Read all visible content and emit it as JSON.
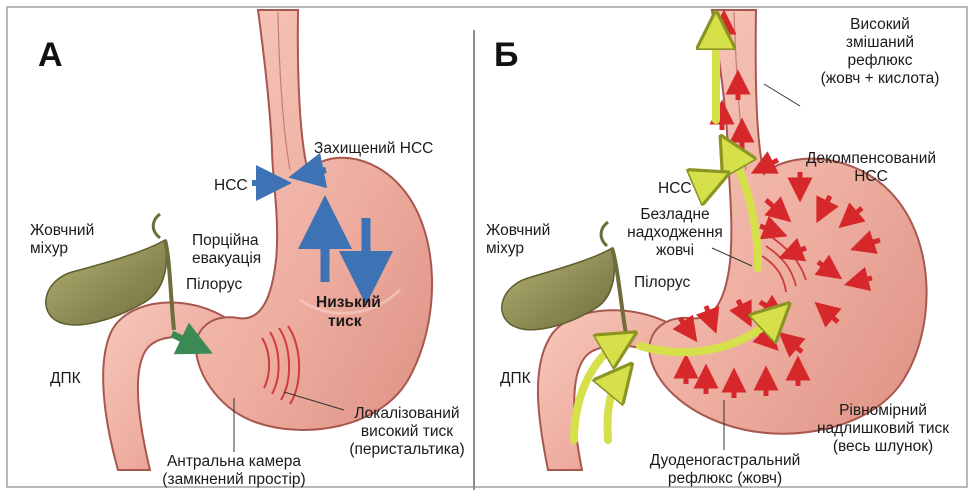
{
  "panel_a": {
    "letter": "А",
    "labels": {
      "protected_les": "Захищений НСС",
      "les": "НСС",
      "gallbladder_1": "Жовчний",
      "gallbladder_2": "міхур",
      "portion_1": "Порційна",
      "portion_2": "евакуація",
      "pylorus": "Пілорус",
      "low_1": "Низький",
      "low_2": "тиск",
      "duodenum": "ДПК",
      "local_1": "Локалізований",
      "local_2": "високий тиск",
      "local_3": "(перистальтика)",
      "antral_1": "Антральна камера",
      "antral_2": "(замкнений простір)"
    }
  },
  "panel_b": {
    "letter": "Б",
    "labels": {
      "mixed_1": "Високий",
      "mixed_2": "змішаний",
      "mixed_3": "рефлюкс",
      "mixed_4": "(жовч + кислота)",
      "decomp_1": "Декомпенсований",
      "decomp_2": "НСС",
      "les": "НСС",
      "chaotic_1": "Безладне",
      "chaotic_2": "надходження",
      "chaotic_3": "жовчі",
      "gallbladder_1": "Жовчний",
      "gallbladder_2": "міхур",
      "pylorus": "Пілорус",
      "duodenum": "ДПК",
      "uniform_1": "Рівномірний",
      "uniform_2": "надлишковий тиск",
      "uniform_3": "(весь шлунок)",
      "dgr_1": "Дуоденогастральний",
      "dgr_2": "рефлюкс (жовч)"
    }
  },
  "colors": {
    "stomach_fill": "#efb3a6",
    "stomach_outline": "#a8574f",
    "gallbladder": "#8f8d55",
    "blue_arrow": "#3d72b4",
    "green_arrow": "#3b8a55",
    "red_arrow": "#d6282b",
    "yellow_arrow": "#d6e04a"
  }
}
